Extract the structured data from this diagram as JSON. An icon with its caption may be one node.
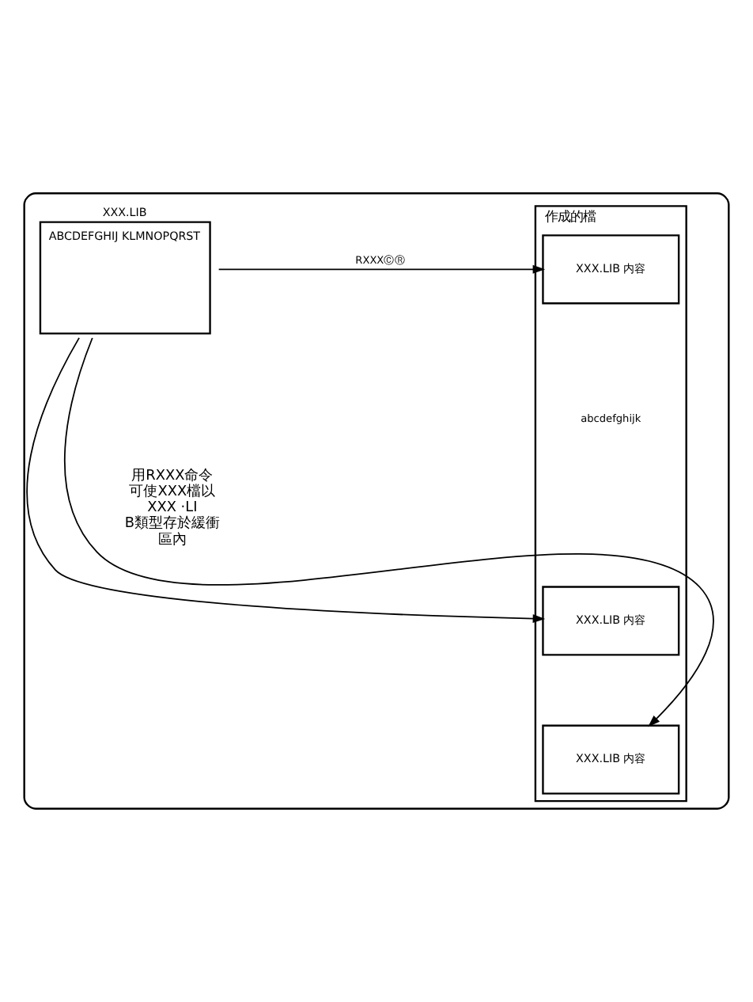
{
  "diagram": {
    "nodes": [
      {
        "text": [],
        "shape": "box"
      },
      {
        "text": [
          "作成的檔"
        ],
        "in": 0
      },
      {
        "text": [
          "XXX.LIB 内容"
        ],
        "in": 1
      },
      {
        "text": [
          "XXX.LIB 内容"
        ],
        "in": 1
      },
      {
        "text": [
          "XXX.LIB 内容"
        ],
        "in": 1
      },
      {
        "text": [
          "XXX.LIB",
          "ABCDEFGHIJ KLMNOPQRST"
        ],
        "in": 0
      }
    ],
    "edges": [
      {
        "from": 5,
        "to": 2,
        "arrow": "to",
        "label": "RXXXⒸⓇ"
      },
      {
        "from": 5,
        "to": 3,
        "arrow": "to"
      },
      {
        "from": 5,
        "to": 4,
        "arrow": "to"
      }
    ],
    "labels": [
      "abcdefghijk",
      "用RXXX命令可使XXX檔以XXX ·LIB類型存於緩衝區內"
    ]
  }
}
